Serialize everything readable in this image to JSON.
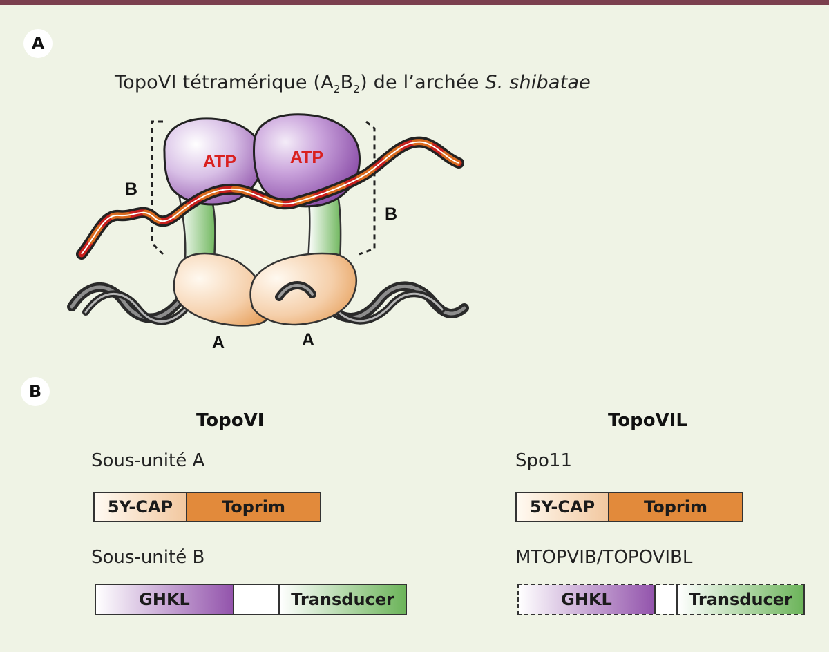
{
  "panel_a": {
    "badge": "A",
    "title_prefix": "TopoVI tétramérique (A",
    "title_sub1": "2",
    "title_mid": "B",
    "title_sub2": "2",
    "title_after": ") de l’archée ",
    "title_species": "S. shibatae",
    "atp_left": "ATP",
    "atp_right": "ATP",
    "label_b_left": "B",
    "label_b_right": "B",
    "label_a_left": "A",
    "label_a_right": "A"
  },
  "panel_b": {
    "badge": "B",
    "topovi": {
      "heading": "TopoVI",
      "subunit_a_label": "Sous-unité A",
      "subunit_a_domains": [
        "5Y-CAP",
        "Toprim"
      ],
      "subunit_b_label": "Sous-unité B",
      "subunit_b_domains": [
        "GHKL",
        "Transducer"
      ]
    },
    "topovil": {
      "heading": "TopoVIL",
      "spo11_label": "Spo11",
      "spo11_domains": [
        "5Y-CAP",
        "Toprim"
      ],
      "mtopvib_label": "MTOPVIB/TOPOVIBL",
      "mtopvib_domains": [
        "GHKL",
        "Transducer"
      ]
    }
  },
  "colors": {
    "background": "#eff3e5",
    "top_rule": "#7b3f4e",
    "atpase_purple": "#9354ac",
    "toprim_orange": "#e28a3b",
    "transducer_green": "#6cb45a",
    "atp_text_red": "#d9201f",
    "dna_red": "#c8201e",
    "dna_orange": "#d96a1e",
    "dna_grey": "#555555"
  }
}
